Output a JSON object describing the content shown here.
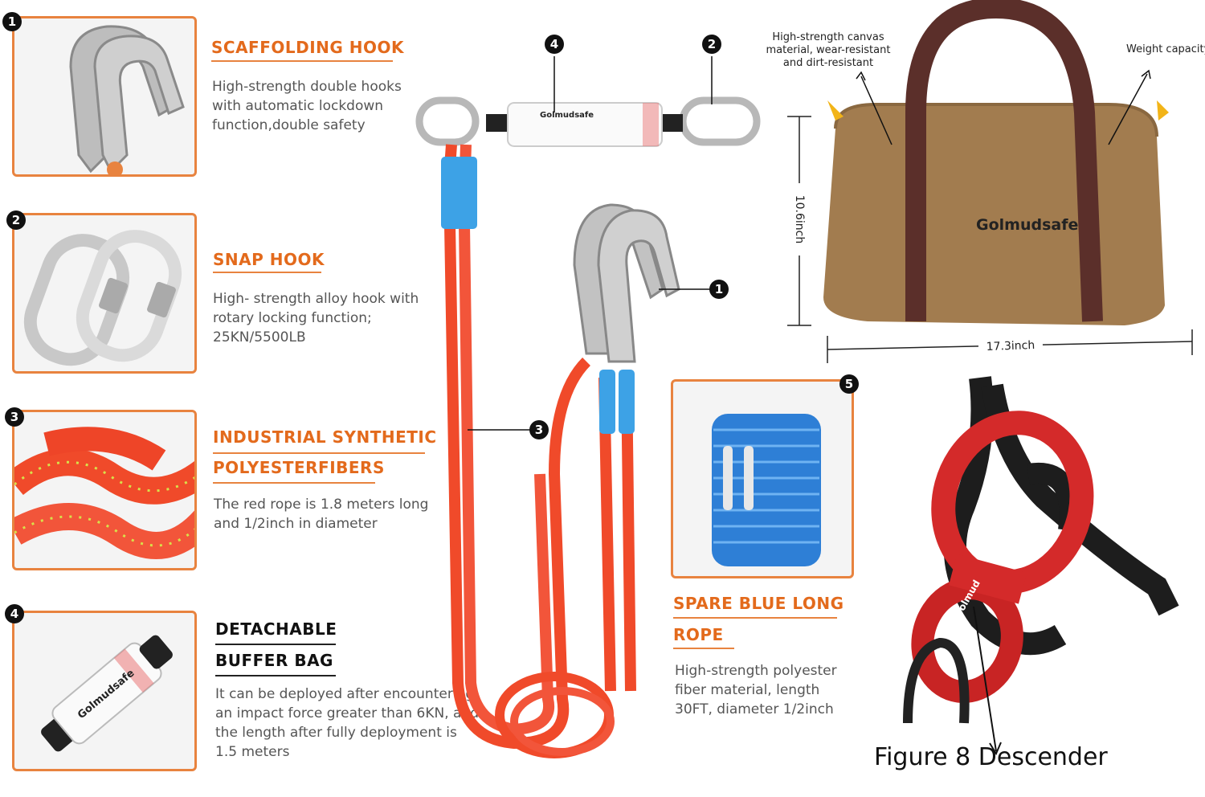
{
  "items": [
    {
      "badge": "1",
      "title": "SCAFFOLDING HOOK",
      "desc": "High-strength double hooks with automatic lockdown function,double safety"
    },
    {
      "badge": "2",
      "title": "SNAP HOOK",
      "desc": "High- strength alloy hook with rotary locking function; 25KN/5500LB"
    },
    {
      "badge": "3",
      "title_line1": "INDUSTRIAL SYNTHETIC",
      "title_line2": "POLYESTERFIBERS",
      "desc": "The red rope is 1.8 meters long and 1/2inch in diameter"
    },
    {
      "badge": "4",
      "title_line1": "DETACHABLE",
      "title_line2": "BUFFER BAG",
      "desc": "It can be deployed after encountering an impact force greater than 6KN, and the length after fully deployment is 1.5 meters"
    },
    {
      "badge": "5",
      "title_line1": "SPARE BLUE LONG",
      "title_line2": "ROPE",
      "desc": "High-strength polyester fiber material, length 30FT, diameter 1/2inch"
    }
  ],
  "lanyard": {
    "brand": "Golmudsafe",
    "callouts": [
      "4",
      "2",
      "1",
      "3"
    ]
  },
  "bag": {
    "brand": "Golmudsafe",
    "note_left": "High-strength canvas material, wear-resistant and dirt-resistant",
    "note_right": "Weight capacity",
    "height": "10.6inch",
    "width": "17.3inch"
  },
  "descender": {
    "brand": "Golmud",
    "caption": "Figure 8 Descender"
  },
  "colors": {
    "accent": "#e8833f",
    "title": "#e36a1c",
    "rope_red": "#f04a2a",
    "rope_blue": "#2e7fd6",
    "bag": "#a27c4f",
    "strap": "#5b2f2a"
  },
  "icons": [
    "scaffolding-hook-icon",
    "snap-hook-icon",
    "red-rope-icon",
    "buffer-bag-icon",
    "blue-rope-icon",
    "canvas-bag-icon",
    "figure8-descender-icon"
  ]
}
